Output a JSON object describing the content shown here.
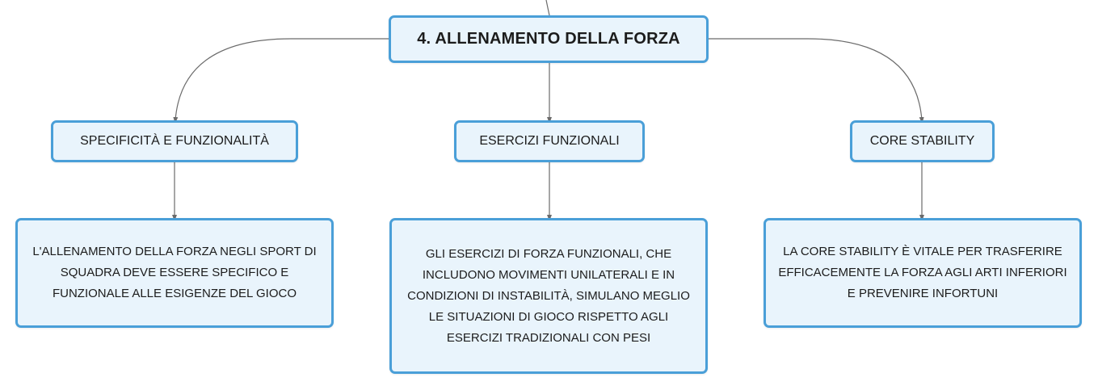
{
  "root": {
    "label": "4. ALLENAMENTO DELLA FORZA"
  },
  "branches": [
    {
      "topic": "SPECIFICITÀ E FUNZIONALITÀ",
      "detail": "L'ALLENAMENTO DELLA FORZA NEGLI SPORT DI SQUADRA DEVE ESSERE SPECIFICO E FUNZIONALE ALLE ESIGENZE DEL GIOCO"
    },
    {
      "topic": "ESERCIZI FUNZIONALI",
      "detail": "GLI ESERCIZI DI FORZA FUNZIONALI, CHE INCLUDONO MOVIMENTI UNILATERALI E IN CONDIZIONI DI INSTABILITÀ, SIMULANO MEGLIO LE SITUAZIONI DI GIOCO RISPETTO AGLI ESERCIZI TRADIZIONALI CON PESI"
    },
    {
      "topic": "CORE STABILITY",
      "detail": "LA CORE STABILITY È VITALE PER TRASFERIRE EFFICACEMENTE LA FORZA AGLI ARTI INFERIORI E PREVENIRE INFORTUNI"
    }
  ],
  "colors": {
    "node_border": "#4a9fd8",
    "node_fill": "#e9f4fc",
    "connector": "#6b6b6b",
    "text": "#1c1c1c"
  }
}
